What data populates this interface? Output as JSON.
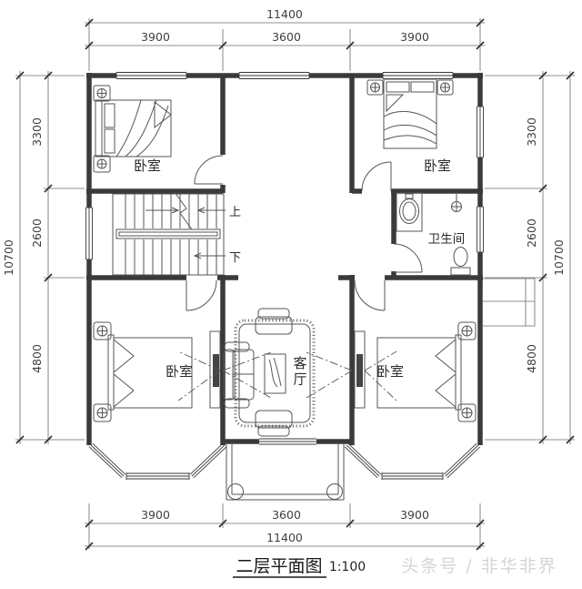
{
  "colors": {
    "background": "#ffffff",
    "line": "#3a3a3a",
    "furniture": "#555555",
    "dimension_text": "#3f3f3f",
    "watermark": "#d5d5d5"
  },
  "title": {
    "text": "二层平面图",
    "scale": "1:100"
  },
  "watermark": {
    "text": "头条号 / 非华非界"
  },
  "rooms": {
    "bedroom_top_left": "卧室",
    "bedroom_top_right": "卧室",
    "bedroom_bottom_left": "卧室",
    "bedroom_bottom_right": "卧室",
    "bathroom": "卫生间",
    "living_room": "客厅"
  },
  "stairs": {
    "up": "上",
    "down": "下"
  },
  "dimensions": {
    "top": {
      "overall": "11400",
      "segments": [
        "3900",
        "3600",
        "3900"
      ]
    },
    "bottom": {
      "overall": "11400",
      "segments": [
        "3900",
        "3600",
        "3900"
      ]
    },
    "left": {
      "overall": "10700",
      "segments": [
        "3300",
        "2600",
        "4800"
      ]
    },
    "right": {
      "overall": "10700",
      "segments": [
        "3300",
        "2600",
        "4800"
      ]
    }
  }
}
